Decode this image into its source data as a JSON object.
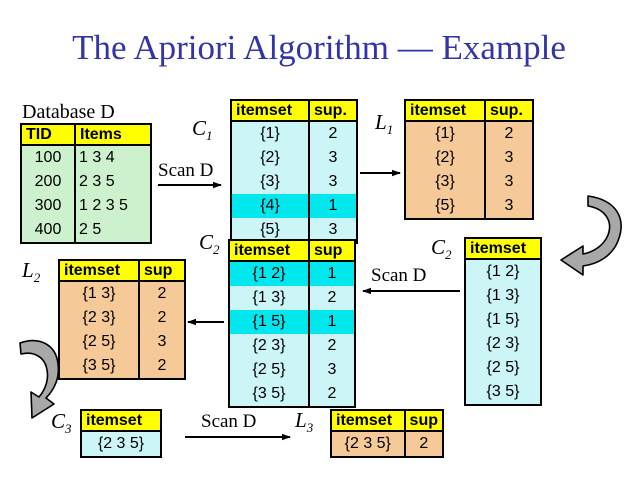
{
  "slide": {
    "title": "The Apriori Algorithm — Example",
    "title_color": "#3333aa",
    "background": "#ffffff"
  },
  "palette": {
    "header_yellow": "#ffff00",
    "database_green": "#cdf0cd",
    "candidate_cyan": "#ccf5f7",
    "pruned_highlight_cyan": "#00e8ee",
    "frequent_peach": "#f6c999",
    "arrow_black": "#000000",
    "curved_arrow_gray": "#a6a6a6"
  },
  "database": {
    "label": "Database D",
    "headers": [
      "TID",
      "Items"
    ],
    "rows": [
      {
        "tid": "100",
        "items": "1 3 4"
      },
      {
        "tid": "200",
        "items": "2 3 5"
      },
      {
        "tid": "300",
        "items": "1 2 3 5"
      },
      {
        "tid": "400",
        "items": "2 5"
      }
    ]
  },
  "c1": {
    "label": "C",
    "subscript": "1",
    "headers": [
      "itemset",
      "sup."
    ],
    "rows": [
      {
        "itemset": "{1}",
        "sup": "2",
        "highlight": false
      },
      {
        "itemset": "{2}",
        "sup": "3",
        "highlight": false
      },
      {
        "itemset": "{3}",
        "sup": "3",
        "highlight": false
      },
      {
        "itemset": "{4}",
        "sup": "1",
        "highlight": true
      },
      {
        "itemset": "{5}",
        "sup": "3",
        "highlight": false
      }
    ]
  },
  "l1": {
    "label": "L",
    "subscript": "1",
    "headers": [
      "itemset",
      "sup."
    ],
    "rows": [
      {
        "itemset": "{1}",
        "sup": "2"
      },
      {
        "itemset": "{2}",
        "sup": "3"
      },
      {
        "itemset": "{3}",
        "sup": "3"
      },
      {
        "itemset": "{5}",
        "sup": "3"
      }
    ]
  },
  "c2_sup": {
    "label": "C",
    "subscript": "2",
    "headers": [
      "itemset",
      "sup"
    ],
    "rows": [
      {
        "itemset": "{1 2}",
        "sup": "1",
        "highlight": true
      },
      {
        "itemset": "{1 3}",
        "sup": "2",
        "highlight": false
      },
      {
        "itemset": "{1 5}",
        "sup": "1",
        "highlight": true
      },
      {
        "itemset": "{2 3}",
        "sup": "2",
        "highlight": false
      },
      {
        "itemset": "{2 5}",
        "sup": "3",
        "highlight": false
      },
      {
        "itemset": "{3 5}",
        "sup": "2",
        "highlight": false
      }
    ]
  },
  "c2_itemset": {
    "label": "C",
    "subscript": "2",
    "headers": [
      "itemset"
    ],
    "rows": [
      {
        "itemset": "{1 2}"
      },
      {
        "itemset": "{1 3}"
      },
      {
        "itemset": "{1 5}"
      },
      {
        "itemset": "{2 3}"
      },
      {
        "itemset": "{2 5}"
      },
      {
        "itemset": "{3 5}"
      }
    ]
  },
  "l2": {
    "label": "L",
    "subscript": "2",
    "headers": [
      "itemset",
      "sup"
    ],
    "rows": [
      {
        "itemset": "{1 3}",
        "sup": "2"
      },
      {
        "itemset": "{2 3}",
        "sup": "2"
      },
      {
        "itemset": "{2 5}",
        "sup": "3"
      },
      {
        "itemset": "{3 5}",
        "sup": "2"
      }
    ]
  },
  "c3": {
    "label": "C",
    "subscript": "3",
    "headers": [
      "itemset"
    ],
    "rows": [
      {
        "itemset": "{2 3 5}"
      }
    ]
  },
  "l3": {
    "label": "L",
    "subscript": "3",
    "headers": [
      "itemset",
      "sup"
    ],
    "rows": [
      {
        "itemset": "{2 3 5}",
        "sup": "2"
      }
    ]
  },
  "arrows": {
    "scan1_label": "Scan D",
    "scan2_label": "Scan D",
    "scan3_label": "Scan D"
  }
}
